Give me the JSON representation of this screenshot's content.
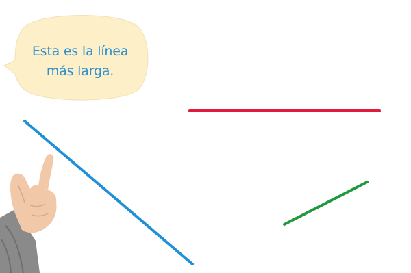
{
  "speech_bubble": {
    "lines": [
      "Esta es la línea",
      "más larga."
    ],
    "fill_color": "#fdf0c8",
    "text_color": "#2f8fcf"
  },
  "lines": [
    {
      "name": "blue-line",
      "color": "#1f8fd6"
    },
    {
      "name": "red-line",
      "color": "#e01b3c"
    },
    {
      "name": "green-line",
      "color": "#1f9a3e"
    }
  ],
  "icons": {
    "pointing_hand": "pointing-hand-icon"
  },
  "colors": {
    "background": "#ffffff",
    "skin": "#f2c9a8",
    "sleeve": "#8a8a8a"
  }
}
